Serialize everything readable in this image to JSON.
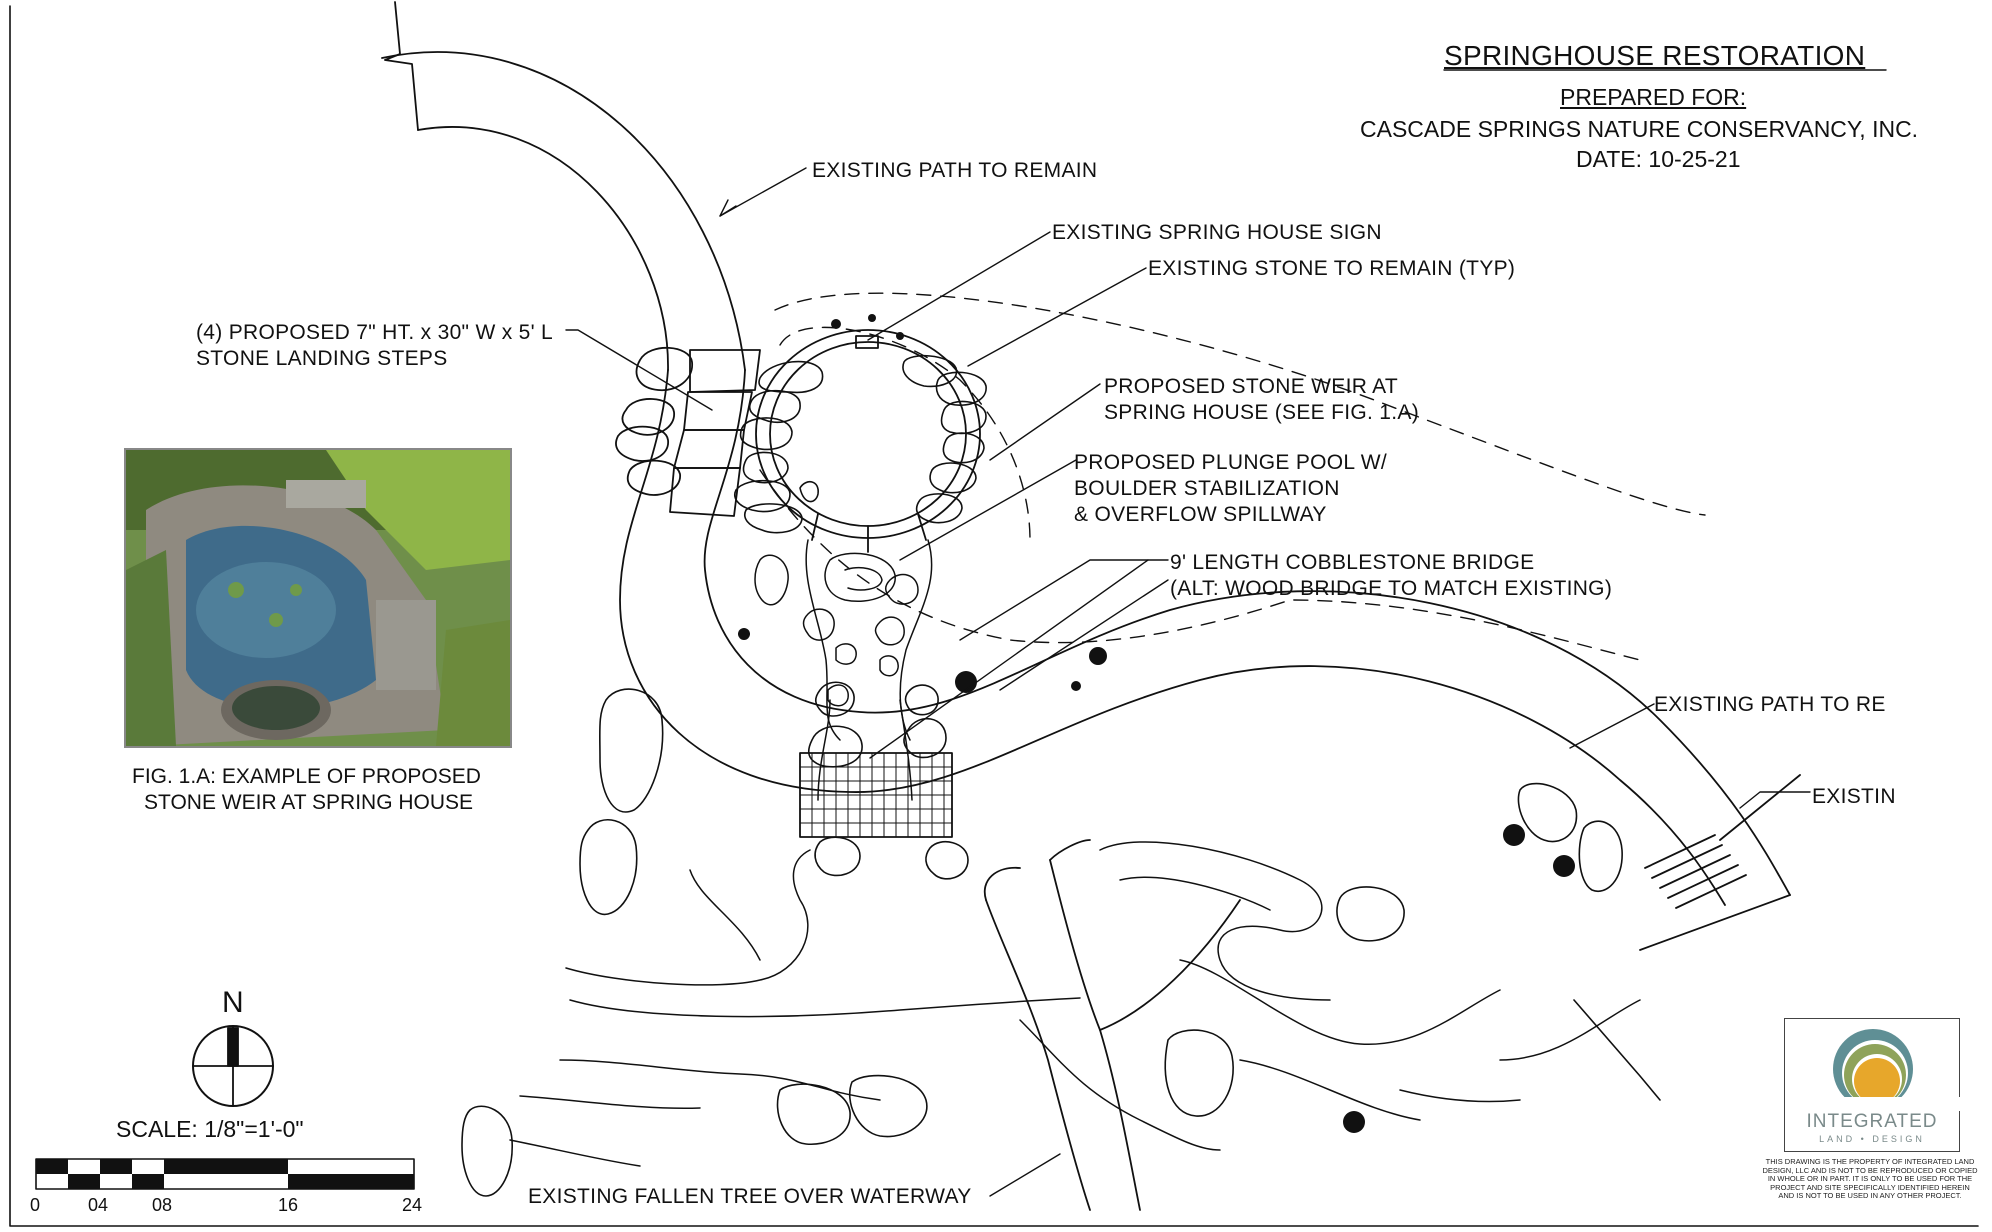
{
  "title_block": {
    "project": "SPRINGHOUSE RESTORATION",
    "prepared_for_label": "PREPARED FOR:",
    "client": "CASCADE SPRINGS NATURE CONSERVANCY, INC.",
    "date": "DATE: 10-25-21"
  },
  "callouts": {
    "path_top": "EXISTING  PATH TO REMAIN",
    "sign": "EXISTING SPRING HOUSE SIGN",
    "stone": "EXISTING STONE TO REMAIN (TYP)",
    "steps_1": "(4) PROPOSED 7\" HT. x 30\" W x 5' L",
    "steps_2": "STONE LANDING STEPS",
    "weir_1": "PROPOSED STONE WEIR AT",
    "weir_2": "SPRING HOUSE (SEE FIG. 1.A)",
    "pool_1": "PROPOSED PLUNGE POOL W/",
    "pool_2": "BOULDER STABILIZATION",
    "pool_3": "& OVERFLOW SPILLWAY",
    "bridge_1": "9' LENGTH COBBLESTONE BRIDGE",
    "bridge_2": "(ALT: WOOD BRIDGE TO MATCH EXISTING)",
    "path_right": "EXISTING  PATH TO RE",
    "existing_right": "EXISTIN",
    "fallen_tree": "EXISTING FALLEN TREE OVER WATERWAY"
  },
  "figure": {
    "caption_1": "FIG. 1.A: EXAMPLE OF PROPOSED",
    "caption_2": "STONE WEIR AT SPRING HOUSE"
  },
  "north_arrow": {
    "label": "N"
  },
  "scale": {
    "label": "SCALE: 1/8\"=1'-0\"",
    "ticks": [
      "0",
      "04",
      "08",
      "16",
      "24"
    ]
  },
  "logo": {
    "name": "INTEGRATED",
    "sub": "LAND • DESIGN",
    "colors": {
      "teal": "#5f8f95",
      "green": "#8fa35a",
      "gold": "#e7a72b",
      "text": "#7a8a8a"
    }
  },
  "disclaimer": "THIS DRAWING IS THE PROPERTY OF INTEGRATED LAND DESIGN, LLC AND IS NOT TO BE REPRODUCED OR COPIED IN WHOLE OR IN PART. IT IS ONLY TO BE USED FOR THE PROJECT AND SITE SPECIFICALLY IDENTIFIED HEREIN AND IS NOT TO BE USED IN ANY OTHER PROJECT."
}
